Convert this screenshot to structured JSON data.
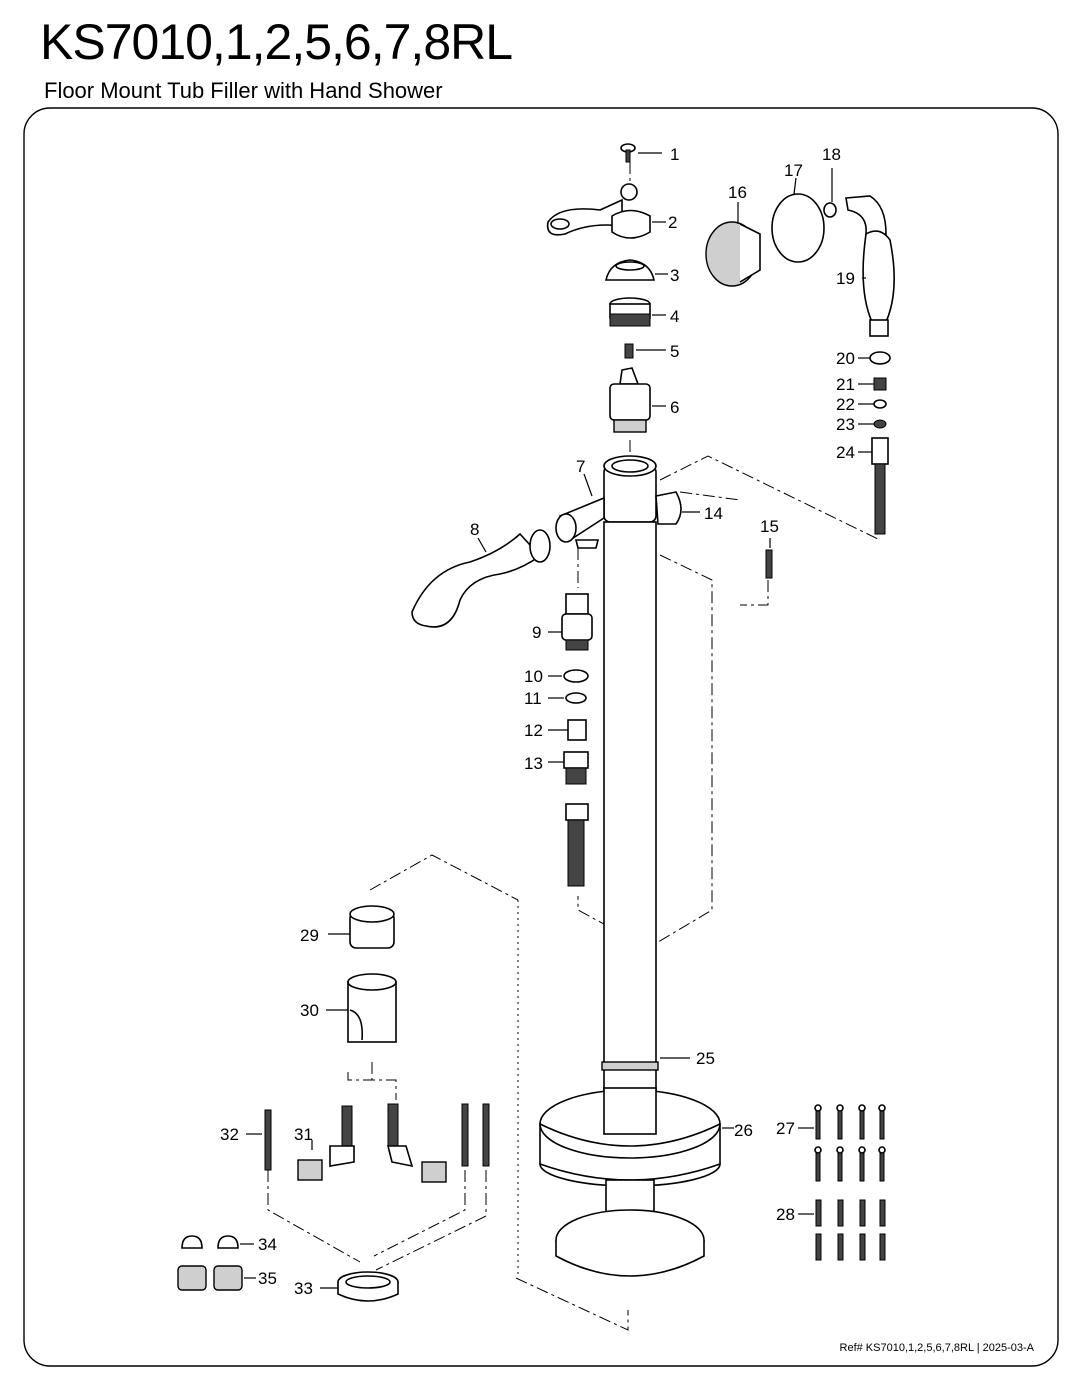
{
  "header": {
    "title": "KS7010,1,2,5,6,7,8RL",
    "subtitle": "Floor Mount Tub Filler with Hand Shower"
  },
  "footer": {
    "reference": "Ref# KS7010,1,2,5,6,7,8RL | 2025-03-A"
  },
  "callouts": {
    "c1": "1",
    "c2": "2",
    "c3": "3",
    "c4": "4",
    "c5": "5",
    "c6": "6",
    "c7": "7",
    "c8": "8",
    "c9": "9",
    "c10": "10",
    "c11": "11",
    "c12": "12",
    "c13": "13",
    "c14": "14",
    "c15": "15",
    "c16": "16",
    "c17": "17",
    "c18": "18",
    "c19": "19",
    "c20": "20",
    "c21": "21",
    "c22": "22",
    "c23": "23",
    "c24": "24",
    "c25": "25",
    "c26": "26",
    "c27": "27",
    "c28": "28",
    "c29": "29",
    "c30": "30",
    "c31": "31",
    "c32": "32",
    "c33": "33",
    "c34": "34",
    "c35": "35"
  }
}
